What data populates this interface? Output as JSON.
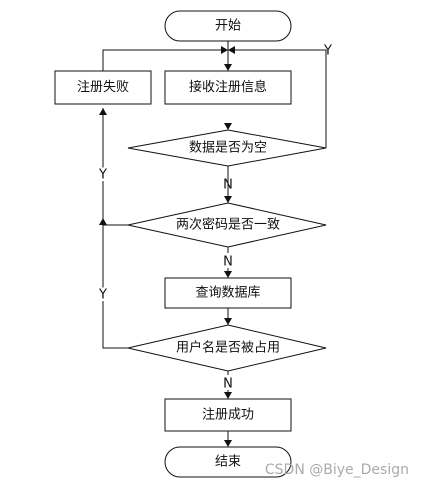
{
  "diagram": {
    "nodes": {
      "start": "开始",
      "receive": "接收注册信息",
      "fail": "注册失败",
      "check_empty": "数据是否为空",
      "check_password": "两次密码是否一致",
      "query_db": "查询数据库",
      "check_taken": "用户名是否被占用",
      "success": "注册成功",
      "end": "结束"
    },
    "edge_labels": {
      "empty_yes": "Y",
      "empty_no": "N",
      "password_yes": "Y",
      "password_no": "N",
      "taken_yes": "Y",
      "taken_no": "N"
    }
  },
  "watermark": "CSDN @Biye_Design",
  "colors": {
    "stroke": "#111111",
    "background": "#ffffff",
    "watermark": "#aaaaaa"
  }
}
